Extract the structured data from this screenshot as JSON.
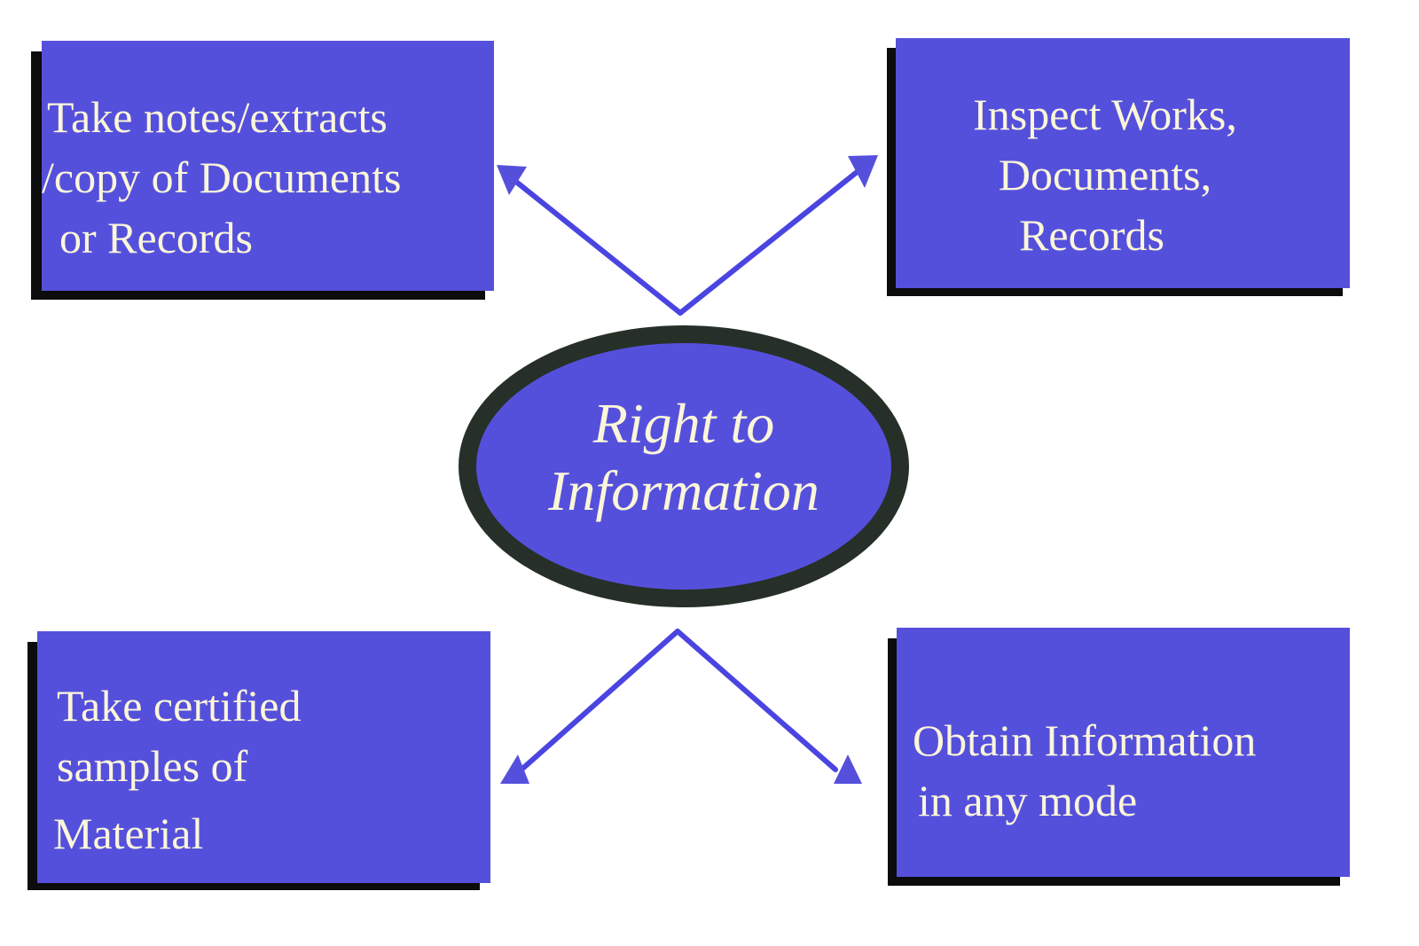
{
  "diagram": {
    "center": {
      "label_lines": [
        "Right to",
        "Information"
      ]
    },
    "nodes": [
      {
        "id": "top-left",
        "lines": [
          "Take notes/extracts",
          "/copy of Documents",
          "or Records"
        ]
      },
      {
        "id": "top-right",
        "lines": [
          "Inspect Works,",
          "Documents,",
          "Records"
        ]
      },
      {
        "id": "bottom-left",
        "lines": [
          "Take certified",
          "samples of",
          "Material"
        ]
      },
      {
        "id": "bottom-right",
        "lines": [
          "Obtain Information",
          "in any mode"
        ]
      }
    ],
    "edges": [
      {
        "from": "center",
        "to": "top-left"
      },
      {
        "from": "center",
        "to": "top-right"
      },
      {
        "from": "center",
        "to": "bottom-left"
      },
      {
        "from": "center",
        "to": "bottom-right"
      }
    ],
    "colors": {
      "box_fill": "#5550dc",
      "text": "#fbf6d9",
      "shadow": "#0c0c0c",
      "ellipse_border": "#263028",
      "arrow": "#4a45e0"
    }
  }
}
